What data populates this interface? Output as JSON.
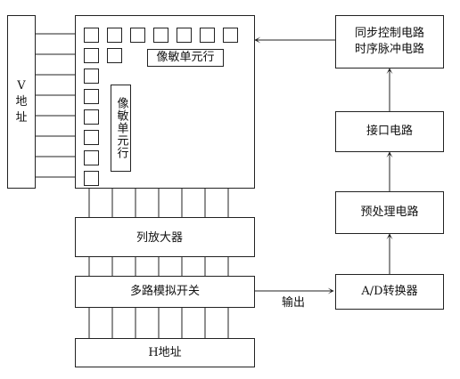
{
  "left": {
    "v_address": "V\n地\n址",
    "pixel_row_h": "像敏单元行",
    "pixel_row_v": "像敏单元行"
  },
  "lower": {
    "column_amp": "列放大器",
    "mux": "多路模拟开关",
    "output": "输出",
    "h_address": "H地址"
  },
  "right": {
    "sync_line1": "同步控制电路",
    "sync_line2": "时序脉冲电路",
    "interface": "接口电路",
    "preprocess": "预处理电路",
    "adc": "A/D转换器"
  }
}
